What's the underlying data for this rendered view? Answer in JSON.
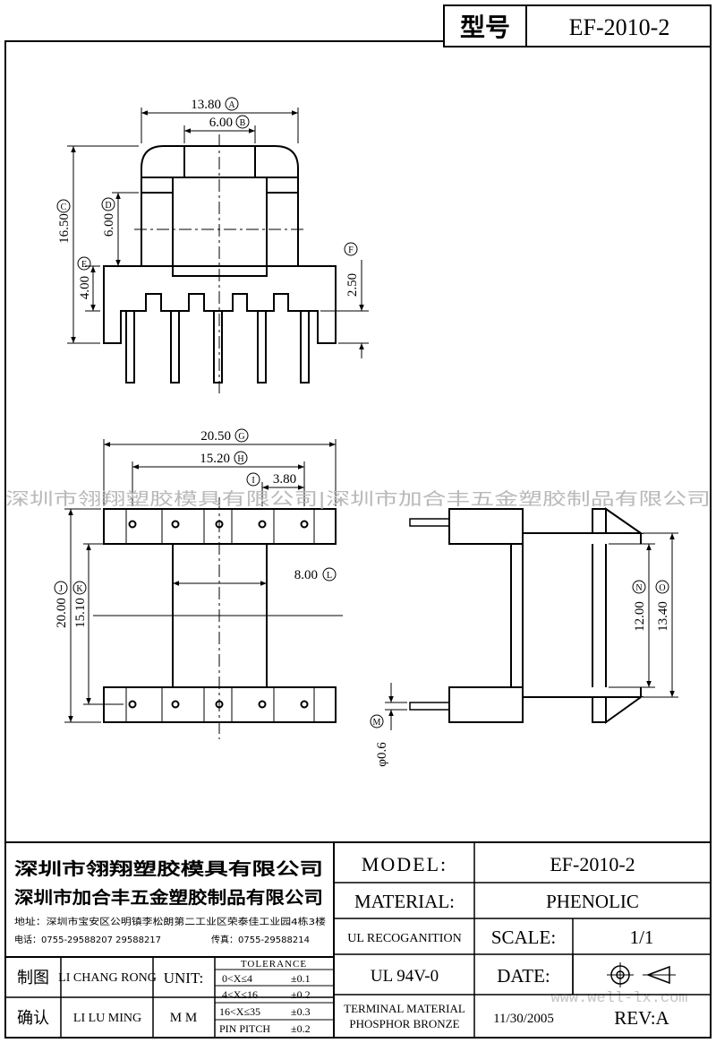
{
  "header": {
    "label": "型号",
    "model": "EF-2010-2"
  },
  "watermark": {
    "text": "深圳市翎翔塑胶模具有限公司|深圳市加合丰五金塑胶制品有限公司",
    "site": "www.well-lx.com"
  },
  "dimensions": {
    "top_width": "13.80",
    "top_width_tag": "A",
    "top_inner": "6.00",
    "top_inner_tag": "B",
    "height_total": "16.50",
    "height_total_tag": "C",
    "height_window": "6.00",
    "height_window_tag": "D",
    "height_flange": "4.00",
    "height_flange_tag": "E",
    "pin_base": "2.50",
    "pin_base_tag": "F",
    "bottom_width": "20.50",
    "bottom_width_tag": "G",
    "bottom_inner": "15.20",
    "bottom_inner_tag": "H",
    "pin_pitch": "3.80",
    "pin_pitch_tag": "I",
    "core_width": "8.00",
    "core_width_tag": "L",
    "depth_total": "20.00",
    "depth_total_tag": "J",
    "depth_inner": "15.10",
    "depth_inner_tag": "K",
    "side_inner": "12.00",
    "side_inner_tag": "N",
    "side_outer": "13.40",
    "side_outer_tag": "O",
    "pin_dia": "φ0.6",
    "pin_dia_tag": "M"
  },
  "title_block": {
    "company1": "深圳市翎翔塑胶模具有限公司",
    "company2": "深圳市加合丰五金塑胶制品有限公司",
    "address": "地址：深圳市宝安区公明镇李松朗第二工业区荣泰佳工业园4栋3楼",
    "tel": "电话：0755-29588207  29588217",
    "fax": "传真：0755-29588214",
    "model_label": "MODEL:",
    "model_value": "EF-2010-2",
    "material_label": "MATERIAL:",
    "material_value": "PHENOLIC",
    "ul_label": "UL RECOGANITION",
    "ul_value": "UL 94V-0",
    "scale_label": "SCALE:",
    "scale_value": "1/1",
    "date_label": "DATE:",
    "date_value": "11/30/2005",
    "terminal_line1": "TERMINAL MATERIAL",
    "terminal_line2": "PHOSPHOR  BRONZE",
    "rev_label": "REV:A",
    "drawn_label": "制图",
    "drawn_by": "LI CHANG RONG",
    "check_label": "确认",
    "check_by": "LI LU MING",
    "unit_label": "UNIT:",
    "unit_value": "M M",
    "tolerance_title": "TOLERANCE",
    "tol1": "0<X≤4",
    "tol1v": "±0.1",
    "tol2": "4<X≤16",
    "tol2v": "±0.2",
    "tol3": "16<X≤35",
    "tol3v": "±0.3",
    "tol4": "PIN PITCH",
    "tol4v": "±0.2"
  }
}
